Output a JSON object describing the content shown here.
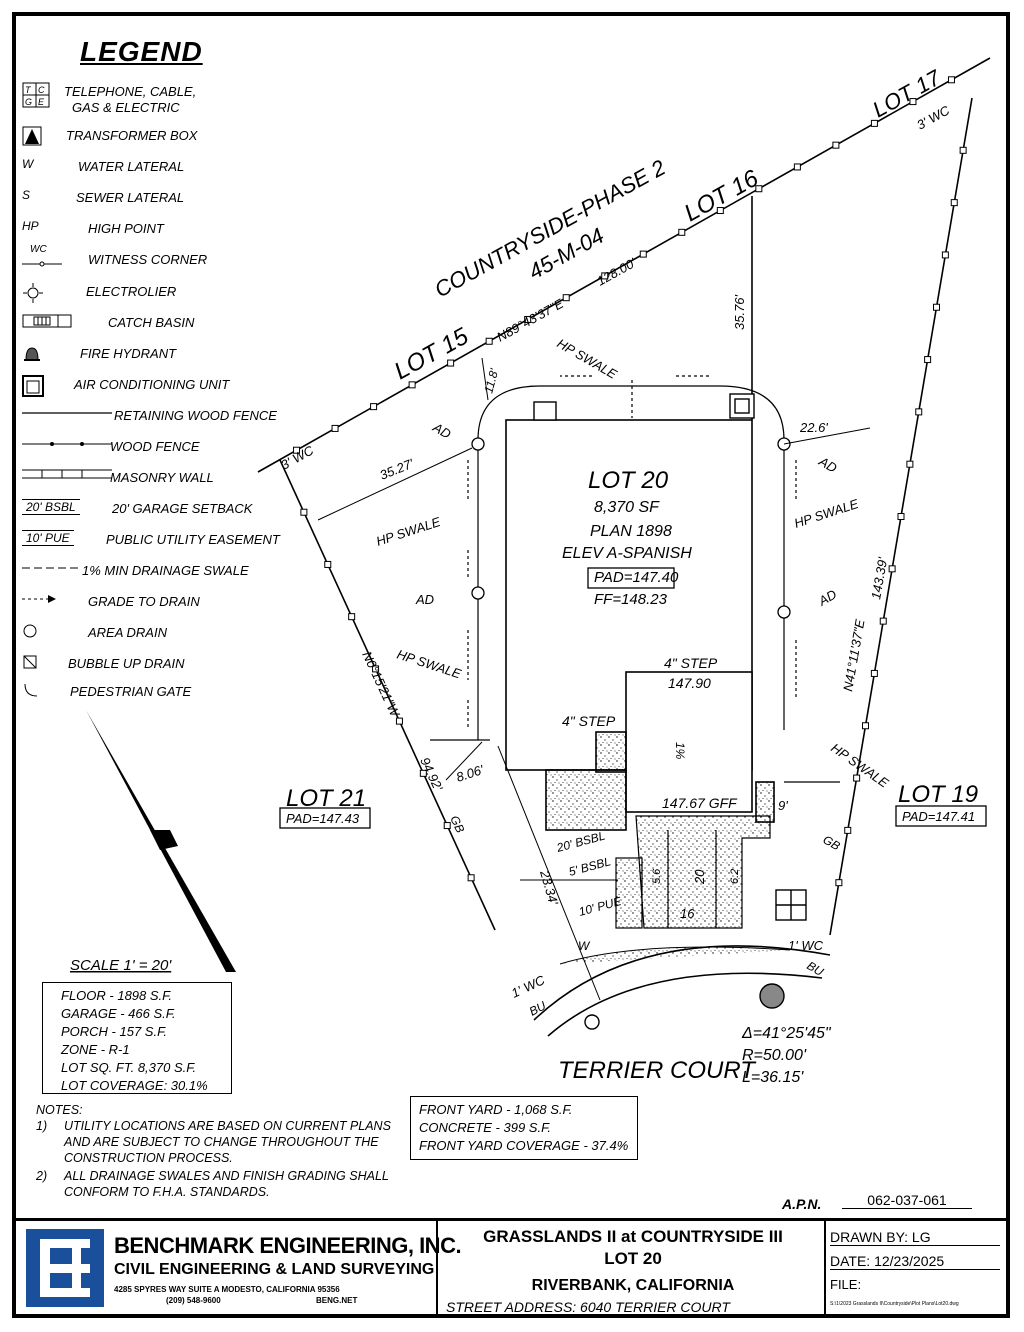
{
  "legend": {
    "title": "LEGEND",
    "items": [
      {
        "icon": "tcge-icon",
        "label": "TELEPHONE, CABLE,",
        "label2": "GAS & ELECTRIC"
      },
      {
        "icon": "transformer-box-icon",
        "label": "TRANSFORMER BOX"
      },
      {
        "icon": "w-letter-icon",
        "glyph": "W",
        "label": "WATER LATERAL"
      },
      {
        "icon": "s-letter-icon",
        "glyph": "S",
        "label": "SEWER LATERAL"
      },
      {
        "icon": "hp-letter-icon",
        "glyph": "HP",
        "label": "HIGH POINT"
      },
      {
        "icon": "witness-corner-icon",
        "glyph": "WC",
        "label": "WITNESS CORNER"
      },
      {
        "icon": "electrolier-icon",
        "label": "ELECTROLIER"
      },
      {
        "icon": "catch-basin-icon",
        "label": "CATCH BASIN"
      },
      {
        "icon": "fire-hydrant-icon",
        "label": "FIRE HYDRANT"
      },
      {
        "icon": "ac-unit-icon",
        "label": "AIR CONDITIONING UNIT"
      },
      {
        "icon": "retaining-fence-icon",
        "label": "RETAINING WOOD FENCE"
      },
      {
        "icon": "wood-fence-icon",
        "label": "WOOD FENCE"
      },
      {
        "icon": "masonry-wall-icon",
        "label": "MASONRY WALL"
      },
      {
        "icon": "setback-icon",
        "glyph": "20' BSBL",
        "label": "20' GARAGE SETBACK"
      },
      {
        "icon": "pue-icon",
        "glyph": "10' PUE",
        "label": "PUBLIC UTILITY EASEMENT"
      },
      {
        "icon": "drainage-swale-icon",
        "label": "1% MIN DRAINAGE SWALE"
      },
      {
        "icon": "grade-to-drain-icon",
        "label": "GRADE TO DRAIN"
      },
      {
        "icon": "area-drain-icon",
        "label": "AREA DRAIN"
      },
      {
        "icon": "bubble-up-drain-icon",
        "label": "BUBBLE UP DRAIN"
      },
      {
        "icon": "pedestrian-gate-icon",
        "label": "PEDESTRIAN GATE"
      }
    ]
  },
  "plan": {
    "subdivision_1": "COUNTRYSIDE-PHASE 2",
    "subdivision_2": "45-M-04",
    "lot15": "LOT 15",
    "lot16": "LOT 16",
    "lot17": "LOT 17",
    "lot21": "LOT 21",
    "lot21_pad": "PAD=147.43",
    "lot19": "LOT 19",
    "lot19_pad": "PAD=147.41",
    "bearing_top": "N89°43'37\"E",
    "dist_top": "128.00'",
    "bearing_left": "N0°15'21\"W",
    "dist_left": "94.92'",
    "bearing_right": "N41°11'37\"E",
    "dist_right": "143.39'",
    "lot_title": "LOT 20",
    "lot_area": "8,370 SF",
    "plan_no": "PLAN 1898",
    "elev": "ELEV A-SPANISH",
    "pad": "PAD=147.40",
    "ff": "FF=148.23",
    "step1": "4\" STEP",
    "step1_elev": "147.90",
    "step2": "4\" STEP",
    "gff": "147.67 GFF",
    "slope": "1%",
    "dim_1176": "11.8'",
    "dim_3576": "35.76'",
    "dim_226": "22.6'",
    "dim_3527": "35.27'",
    "dim_806": "8.06'",
    "dim_2334": "23.34'",
    "dim_9": "9'",
    "dim_20": "20",
    "dim_16": "16",
    "dim_56": "5.6",
    "dim_62": "6.2",
    "wc": "3' WC",
    "wc2": "1' WC",
    "hp_swale": "HP SWALE",
    "ad": "AD",
    "gb": "GB",
    "bu": "BU",
    "w": "W",
    "bsbl": "20' BSBL",
    "five_bsbl": "5' BSBL",
    "ten_pue": "10' PUE",
    "street": "TERRIER COURT",
    "curve_delta": "Δ=41°25'45\"",
    "curve_r": "R=50.00'",
    "curve_l": "L=36.15'",
    "scale": "SCALE 1' = 20'"
  },
  "stats": [
    "FLOOR - 1898 S.F.",
    "GARAGE - 466 S.F.",
    "PORCH - 157 S.F.",
    "ZONE - R-1",
    "LOT SQ. FT. 8,370 S.F.",
    "LOT COVERAGE: 30.1%"
  ],
  "yard": [
    "FRONT YARD - 1,068 S.F.",
    "CONCRETE - 399 S.F.",
    "FRONT YARD COVERAGE - 37.4%"
  ],
  "notes": {
    "title": "NOTES:",
    "n1_num": "1)",
    "n1": "UTILITY LOCATIONS ARE BASED ON CURRENT PLANS AND ARE SUBJECT TO CHANGE THROUGHOUT THE CONSTRUCTION PROCESS.",
    "n2_num": "2)",
    "n2": "ALL DRAINAGE SWALES AND FINISH GRADING SHALL CONFORM TO F.H.A. STANDARDS."
  },
  "apn_label": "A.P.N.",
  "apn": "062-037-061",
  "company": {
    "name": "BENCHMARK ENGINEERING, INC.",
    "tagline": "CIVIL ENGINEERING & LAND SURVEYING",
    "address": "4285 SPYRES WAY SUITE A MODESTO, CALIFORNIA 95356",
    "phone": "(209) 548-9600",
    "web": "BENG.NET"
  },
  "project": {
    "line1": "GRASSLANDS II at COUNTRYSIDE III",
    "line2": "LOT 20",
    "line3": "RIVERBANK,   CALIFORNIA",
    "street": "STREET  ADDRESS: 6040 TERRIER COURT"
  },
  "meta": {
    "drawn": "DRAWN BY: LG",
    "date": "DATE:  12/23/2025",
    "file": "FILE:",
    "file_path": "S:\\1\\2023 Grasslands II\\Countryside\\Plot Plans\\Lot20.dwg"
  },
  "colors": {
    "logo_blue": "#1a4f9c",
    "line": "#000000"
  }
}
